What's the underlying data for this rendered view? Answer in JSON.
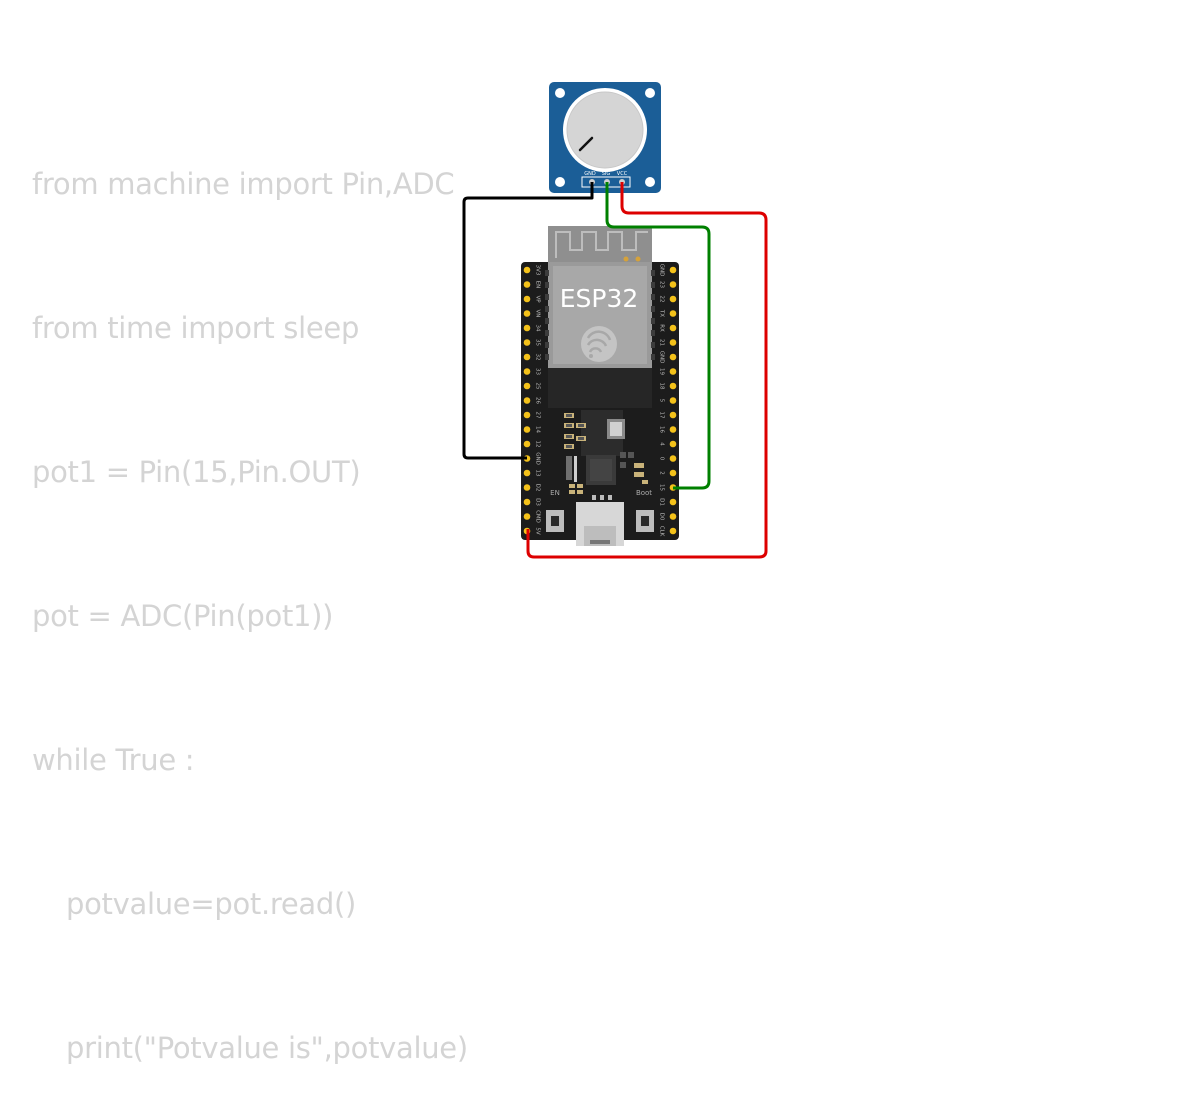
{
  "code": {
    "lines": [
      "from machine import Pin,ADC",
      "from time import sleep",
      "pot1 = Pin(15,Pin.OUT)",
      "pot = ADC(Pin(pot1))",
      "while True :",
      "potvalue=pot.read()",
      "print(\"Potvalue is\",potvalue)"
    ]
  },
  "potentiometer": {
    "pin_labels": [
      "GND",
      "SIG",
      "VCC"
    ]
  },
  "esp32": {
    "module_label": "ESP32",
    "left_pins": [
      "3V3",
      "EN",
      "VP",
      "VN",
      "34",
      "35",
      "32",
      "33",
      "25",
      "26",
      "27",
      "14",
      "12",
      "GND",
      "13",
      "D2",
      "D3",
      "CMD",
      "5V"
    ],
    "right_pins": [
      "GND",
      "23",
      "22",
      "TX",
      "RX",
      "21",
      "GND",
      "19",
      "18",
      "5",
      "17",
      "16",
      "4",
      "0",
      "2",
      "15",
      "D1",
      "D0",
      "CLK"
    ],
    "en_label": "EN",
    "boot_label": "Boot"
  },
  "wires": [
    {
      "name": "gnd-wire",
      "color": "#000000"
    },
    {
      "name": "sig-wire",
      "color": "#008000"
    },
    {
      "name": "vcc-wire",
      "color": "#dd0000"
    }
  ],
  "colors": {
    "pcb_blue": "#1b5e97",
    "board_black": "#1c1c1c",
    "pin_yellow": "#f4c21a",
    "module_gray": "#9a9a9a"
  }
}
